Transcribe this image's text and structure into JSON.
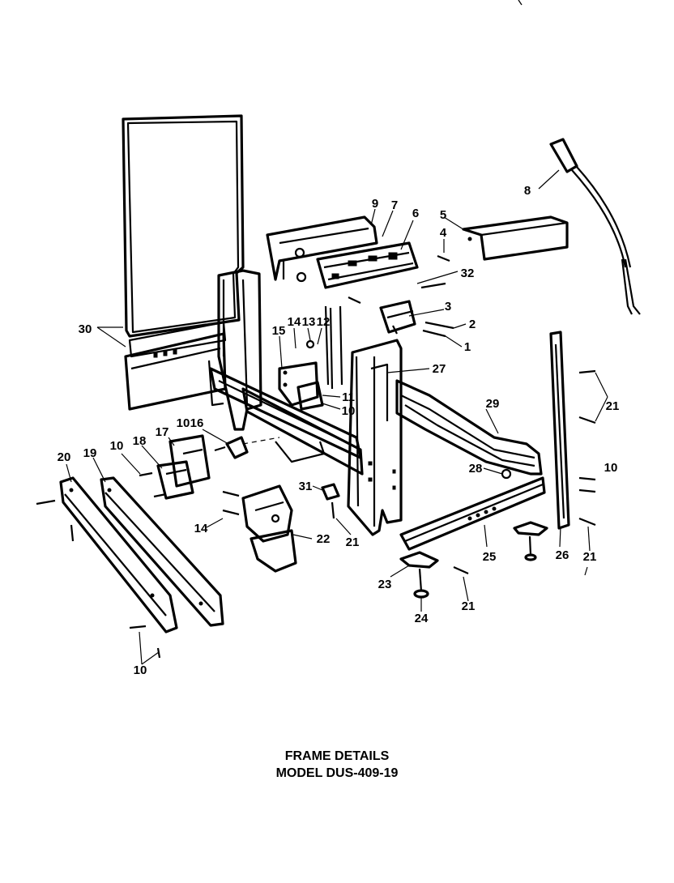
{
  "title": "FRAME DETAILS",
  "model": "MODEL DUS-409-19",
  "callouts": [
    "30",
    "9",
    "7",
    "6",
    "5",
    "4",
    "32",
    "3",
    "2",
    "1",
    "8",
    "14",
    "13",
    "12",
    "15",
    "11",
    "10",
    "27",
    "29",
    "21",
    "16",
    "17",
    "18",
    "20",
    "19",
    "28",
    "31",
    "22",
    "25",
    "26",
    "23",
    "24"
  ]
}
